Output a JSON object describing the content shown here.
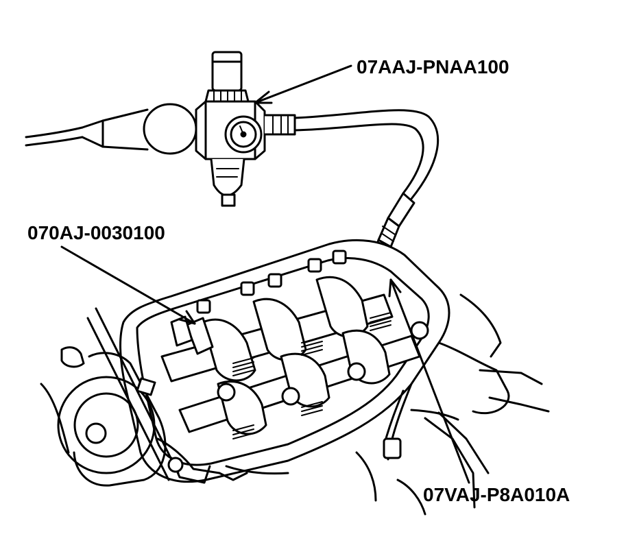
{
  "labels": {
    "air_pressure_regulator": "07AAJ-PNAA100",
    "rocker_arm_holder": "070AJ-0030100",
    "air_stopper": "07VAJ-P8A010A"
  },
  "colors": {
    "line": "#000000",
    "fill": "#ffffff"
  }
}
